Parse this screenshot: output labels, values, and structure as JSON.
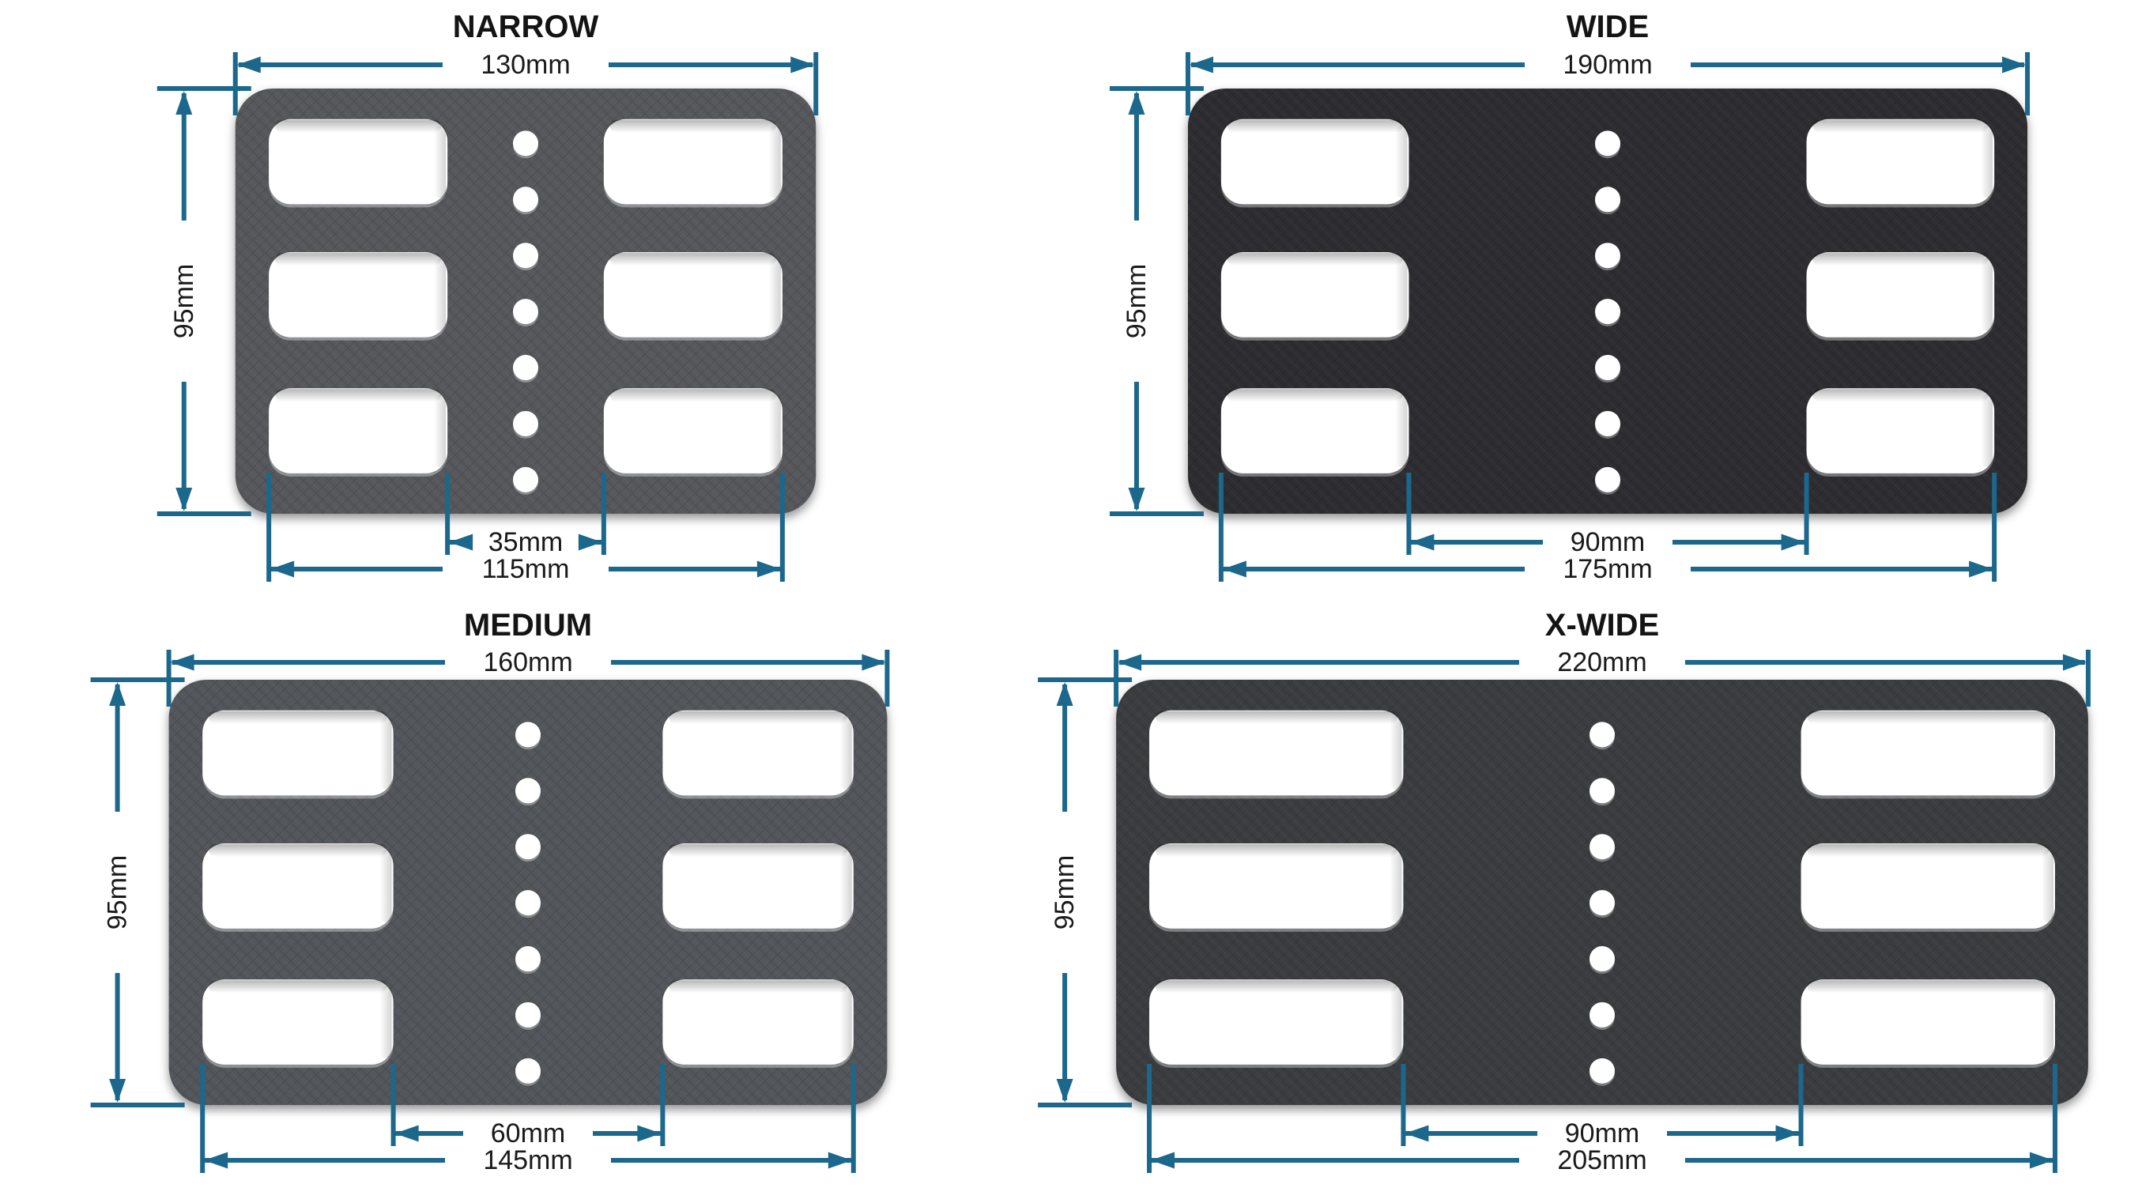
{
  "colors": {
    "background": "#ffffff",
    "dimension": "#1c678c",
    "label_text": "#1a1a1a",
    "slot_fill": "#ffffff"
  },
  "plates": [
    {
      "id": "narrow",
      "title": "NARROW",
      "position": "top-left",
      "body_color": "#56595c",
      "width_mm": 130,
      "height_mm": 95,
      "inner_span_mm": 35,
      "outer_span_mm": 115,
      "labels": {
        "width": "130mm",
        "height": "95mm",
        "inner": "35mm",
        "outer": "115mm"
      },
      "slot_count": 6,
      "hole_count": 7
    },
    {
      "id": "wide",
      "title": "WIDE",
      "position": "top-right",
      "body_color": "#2d2f31",
      "width_mm": 190,
      "height_mm": 95,
      "inner_span_mm": 90,
      "outer_span_mm": 175,
      "labels": {
        "width": "190mm",
        "height": "95mm",
        "inner": "90mm",
        "outer": "175mm"
      },
      "slot_count": 6,
      "hole_count": 7
    },
    {
      "id": "medium",
      "title": "MEDIUM",
      "position": "bottom-left",
      "body_color": "#53565a",
      "width_mm": 160,
      "height_mm": 95,
      "inner_span_mm": 60,
      "outer_span_mm": 145,
      "labels": {
        "width": "160mm",
        "height": "95mm",
        "inner": "60mm",
        "outer": "145mm"
      },
      "slot_count": 6,
      "hole_count": 7
    },
    {
      "id": "xwide",
      "title": "X-WIDE",
      "position": "bottom-right",
      "body_color": "#3b3d3f",
      "width_mm": 220,
      "height_mm": 95,
      "inner_span_mm": 90,
      "outer_span_mm": 205,
      "labels": {
        "width": "220mm",
        "height": "95mm",
        "inner": "90mm",
        "outer": "205mm"
      },
      "slot_count": 6,
      "hole_count": 7
    }
  ]
}
